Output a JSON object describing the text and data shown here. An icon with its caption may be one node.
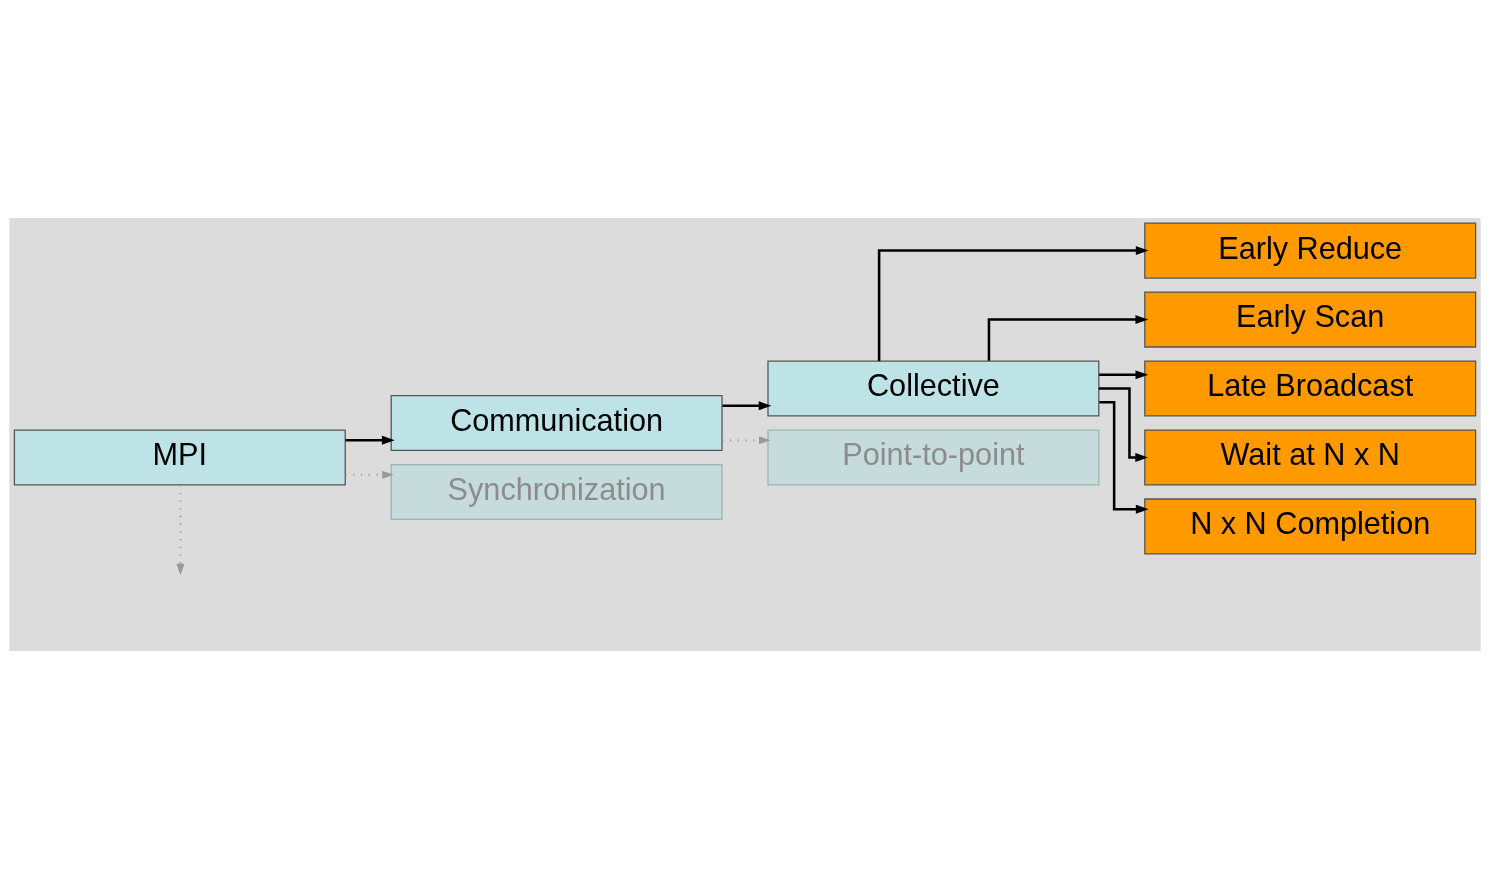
{
  "diagram": {
    "nodes": [
      {
        "text": [
          "MPI"
        ]
      },
      {
        "text": [
          "Communication"
        ]
      },
      {
        "text": [
          "Collective"
        ]
      },
      {
        "text": [
          "Early Reduce"
        ]
      },
      {
        "text": [
          "Early Scan"
        ]
      },
      {
        "text": [
          "Late Broadcast"
        ]
      },
      {
        "text": [
          "Wait at N x N"
        ]
      },
      {
        "text": [
          "N x N Completion"
        ]
      },
      {
        "text": [
          "Point-to-point"
        ]
      },
      {
        "text": [
          "Synchronization"
        ]
      }
    ],
    "edges": [
      {
        "from": 0,
        "to": 1,
        "arrow": "to"
      },
      {
        "from": 1,
        "to": 2,
        "arrow": "to"
      },
      {
        "from": 2,
        "to": 3,
        "arrow": "to"
      },
      {
        "from": 2,
        "to": 4,
        "arrow": "to"
      },
      {
        "from": 2,
        "to": 5,
        "arrow": "to"
      },
      {
        "from": 2,
        "to": 6,
        "arrow": "to"
      },
      {
        "from": 2,
        "to": 7,
        "arrow": "to"
      },
      {
        "from": 1,
        "to": 8,
        "arrow": "to",
        "style": "dashed",
        "color": "#999999"
      },
      {
        "from": 0,
        "to": 9,
        "arrow": "to",
        "style": "dashed",
        "color": "#999999"
      },
      {
        "from": 0,
        "to": null,
        "arrow": "to",
        "style": "dashed",
        "color": "#999999"
      }
    ]
  }
}
